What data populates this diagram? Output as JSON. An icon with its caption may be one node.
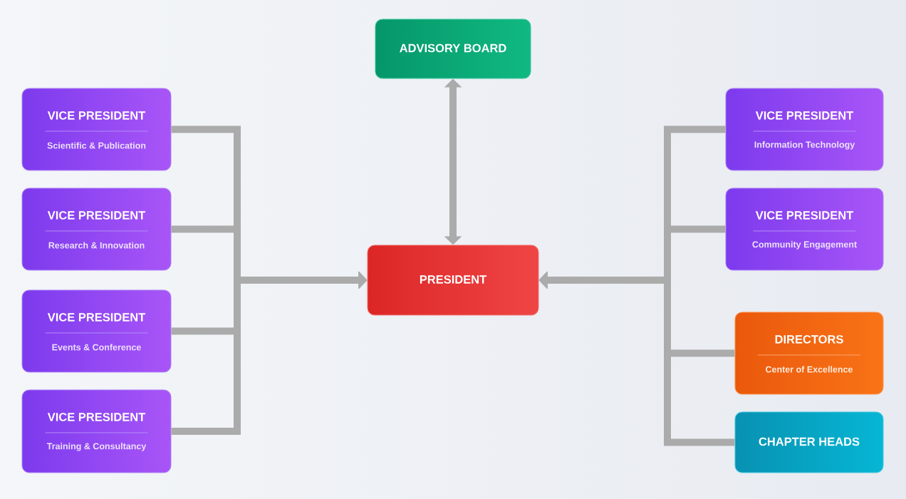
{
  "diagram": {
    "nodes": [
      {
        "text": [
          "ADVISORY BOARD"
        ]
      },
      {
        "text": [
          "PRESIDENT"
        ]
      },
      {
        "text": [
          "VICE PRESIDENT",
          "Scientific & Publication"
        ]
      },
      {
        "text": [
          "VICE PRESIDENT",
          "Research & Innovation"
        ]
      },
      {
        "text": [
          "VICE PRESIDENT",
          "Events & Conference"
        ]
      },
      {
        "text": [
          "VICE PRESIDENT",
          "Training & Consultancy"
        ]
      },
      {
        "text": [
          "VICE PRESIDENT",
          "Information Technology"
        ]
      },
      {
        "text": [
          "VICE PRESIDENT",
          "Community Engagement"
        ]
      },
      {
        "text": [
          "DIRECTORS",
          "Center of Excellence"
        ]
      },
      {
        "text": [
          "CHAPTER HEADS"
        ]
      }
    ],
    "edges": [
      {
        "from": 0,
        "to": 1,
        "arrow": "both"
      },
      {
        "from": 2,
        "to": 1,
        "arrow": "to"
      },
      {
        "from": 3,
        "to": 1,
        "arrow": "to"
      },
      {
        "from": 4,
        "to": 1,
        "arrow": "to"
      },
      {
        "from": 5,
        "to": 1,
        "arrow": "to"
      },
      {
        "from": 6,
        "to": 1,
        "arrow": "to"
      },
      {
        "from": 7,
        "to": 1,
        "arrow": "to"
      },
      {
        "from": 8,
        "to": 1,
        "arrow": "to"
      },
      {
        "from": 9,
        "to": 1,
        "arrow": "to"
      }
    ]
  }
}
